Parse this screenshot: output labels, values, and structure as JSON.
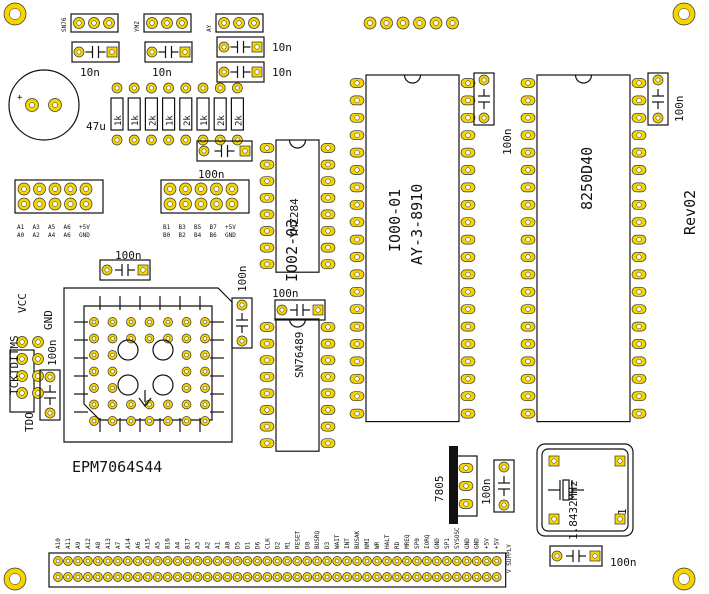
{
  "board": {
    "revision": "Rev02",
    "chips": {
      "left": {
        "line1": "IO00-01",
        "line2": "AY-3-8910"
      },
      "right": {
        "line1": "8250D40"
      },
      "mid_top": {
        "line1": "IO02-03",
        "line2": "YMZ284"
      },
      "mid_bottom": {
        "line1": "SN76489"
      },
      "cpld": {
        "label": "EPM7064S44"
      }
    },
    "caps": {
      "c_sn76": "10n",
      "c_ymz": "10n",
      "c_ay1": "10n",
      "c_ay2": "10n",
      "c_res": "100n",
      "c_cpld": "100n",
      "c_cpld_right": "100n",
      "c_jtag": "100n",
      "c_mid": "100n",
      "c_ay_side": "100n",
      "c_8250_side": "100n",
      "c_reg": "100n",
      "c_osc": "100n",
      "electrolytic": "47u"
    },
    "jumpers": {
      "sn76": "SN76",
      "ymz": "YMZ",
      "ay": "AY"
    },
    "resistors": [
      "1k",
      "1k",
      "2k",
      "1k",
      "2k",
      "1k",
      "2k",
      "2k"
    ],
    "addr_a": {
      "top": [
        "A1",
        "A3",
        "A5",
        "A6",
        "+5V"
      ],
      "bottom": [
        "A0",
        "A2",
        "A4",
        "A6",
        "GND"
      ]
    },
    "addr_b": {
      "top": [
        "B1",
        "B3",
        "B5",
        "B7",
        "+5V"
      ],
      "bottom": [
        "B0",
        "B2",
        "B4",
        "B6",
        "GND"
      ]
    },
    "jtag": {
      "side": "TCKTDITMS",
      "tdo": "TDO",
      "vcc": "VCC",
      "gnd": "GND"
    },
    "regulator": {
      "label": "7805"
    },
    "oscillator": {
      "freq": "1.8432MHz",
      "pin": "1"
    },
    "bus_labels": [
      "A10",
      "A11",
      "A9",
      "A12",
      "A8",
      "A13",
      "A7",
      "A14",
      "A6",
      "A15",
      "A5",
      "B16",
      "A4",
      "B17",
      "A3",
      "A2",
      "A1",
      "A0",
      "D5",
      "D1",
      "D6",
      "CLK",
      "D2",
      "M1",
      "RESET",
      "D0",
      "BUSRQ",
      "D3",
      "WAIT",
      "INT",
      "BUSAK",
      "NMI",
      "WR",
      "HALT",
      "RD",
      "MREQ",
      "SP0",
      "IORQ",
      "GND",
      "SP1",
      "SYSOSC",
      "GND",
      "GND",
      "+5V",
      "+5V"
    ],
    "supply": "V SUPPLY"
  }
}
